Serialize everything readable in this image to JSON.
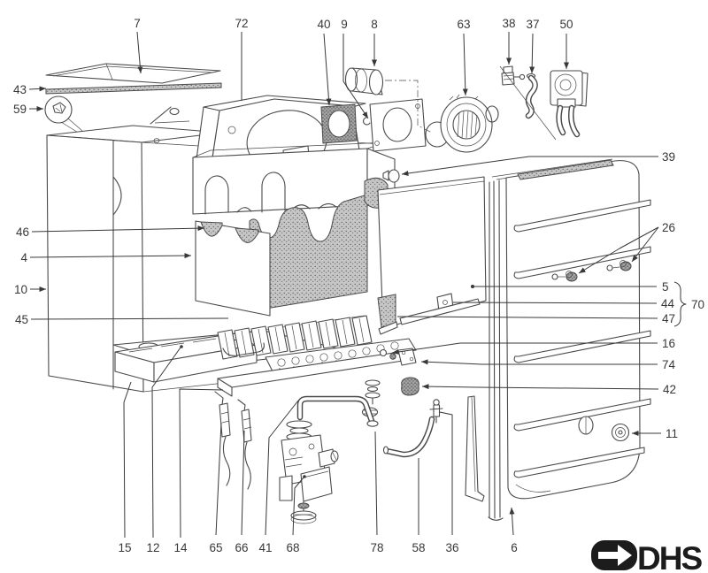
{
  "figure": {
    "kind": "exploded-parts-diagram"
  },
  "colors": {
    "line": "#4a4a4a",
    "label": "#383838",
    "logo": "#1c1c1c",
    "insulation": "#c6c6c6",
    "bg": "#ffffff"
  },
  "logo": {
    "text": "DHS"
  },
  "callouts": {
    "c7": "7",
    "c72": "72",
    "c40": "40",
    "c9": "9",
    "c8": "8",
    "c63": "63",
    "c38": "38",
    "c37": "37",
    "c50": "50",
    "c43": "43",
    "c59": "59",
    "c46": "46",
    "c4": "4",
    "c10": "10",
    "c45": "45",
    "c39": "39",
    "c26": "26",
    "c5": "5",
    "c44": "44",
    "c47": "47",
    "c70": "70",
    "c16": "16",
    "c74": "74",
    "c42": "42",
    "c11": "11",
    "c15": "15",
    "c12": "12",
    "c14": "14",
    "c65": "65",
    "c66": "66",
    "c41": "41",
    "c68": "68",
    "c78": "78",
    "c58": "58",
    "c36": "36",
    "c6": "6"
  }
}
